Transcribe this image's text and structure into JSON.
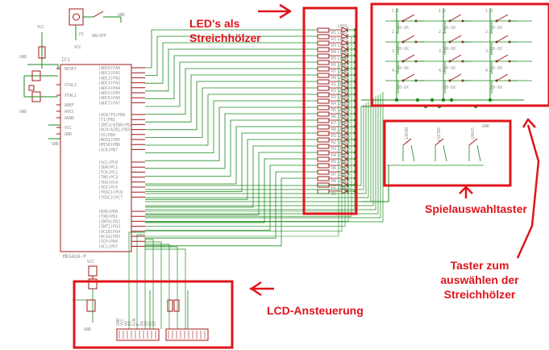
{
  "annotations": {
    "leds_line1": "LED's  als",
    "leds_line2": "Streichhölzer",
    "spielauswahl": "Spielauswahltaster",
    "taster_line1": "Taster zum",
    "taster_line2": "auswählen der",
    "taster_line3": "Streichhölzer",
    "lcd": "LCD-Ansteuerung"
  },
  "schematic": {
    "mcu_name": "IC1",
    "mcu_part": "MEGA16-P",
    "vcc_label": "VCC",
    "gnd_label": "GND",
    "left_pins": [
      "RESET",
      "XTAL2",
      "XTAL1",
      "AREF",
      "AVCC",
      "AGND",
      "VCC",
      "GND"
    ],
    "port_a": [
      "(ADC0)PA0",
      "(ADC1)PA1",
      "(ADC2)PA2",
      "(ADC3)PA3",
      "(ADC4)PA4",
      "(ADC5)PA5",
      "(ADC6)PA6",
      "(ADC7)PA7"
    ],
    "port_b": [
      "(XCK/T0)PB0",
      "(T1)PB1",
      "(INT2/AIN0)PB2",
      "(OC0/AIN1)PB3",
      "(SS)PB4",
      "(MOSI)PB5",
      "(MISO)PB6",
      "(SCK)PB7"
    ],
    "port_c": [
      "(SCL)PC0",
      "(SDA)PC1",
      "(TCK)PC2",
      "(TMS)PC3",
      "(TDO)PC4",
      "(TDI)PC5",
      "(TOSC1)PC6",
      "(TOSC2)PC7"
    ],
    "port_d": [
      "(RXD)PD0",
      "(TXD)PD1",
      "(INT0)PD2",
      "(INT1)PD3",
      "(OC1B)PD4",
      "(OC1A)PD5",
      "(ICP)PD6",
      "(OC2)PD7"
    ],
    "switch_label": "ON/OFF",
    "jack_label": "P1",
    "resistor_prefix": "R",
    "led_prefix": "LED",
    "key_labels": [
      "1.1",
      "1.2",
      "1.3",
      "2.1",
      "2.2",
      "2.3",
      "3.1",
      "3.2",
      "3.3",
      "4.1",
      "4.2",
      "4.3"
    ],
    "key_part": "10-XX",
    "select_labels": [
      "RESET",
      "SELECT",
      "START"
    ],
    "lcd_labels": [
      "GND",
      "VCC",
      "VO",
      "RS",
      "R/W",
      "E",
      "D4",
      "D5",
      "D6",
      "D7"
    ]
  },
  "colors": {
    "annotation": "#e0141c",
    "wire": "#1c8a1c",
    "component": "#a01818",
    "label": "#8a8a8a",
    "junction": "#1c8a1c"
  }
}
